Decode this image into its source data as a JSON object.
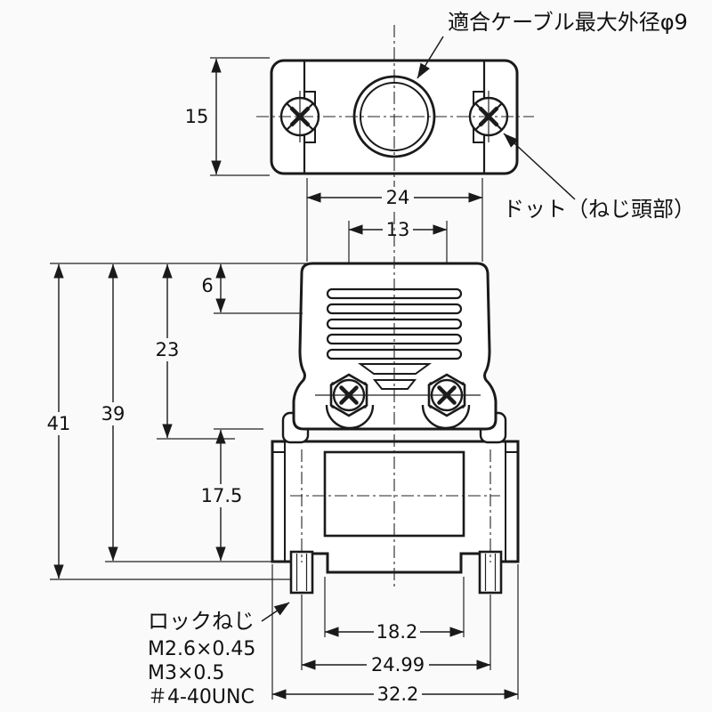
{
  "meta": {
    "background": "#fafafa",
    "ink": "#1a1a1a",
    "drawing_type": "connector-hood-dimensional-drawing"
  },
  "notes": {
    "cable": "適合ケーブル最大外径φ9",
    "dot": "ドット（ねじ頭部）",
    "lock_title": "ロックねじ",
    "lock_threads": [
      "M2.6×0.45",
      "M3×0.5",
      "＃4-40UNC"
    ]
  },
  "dimensions": {
    "top_view": {
      "height": "15",
      "screw_pitch": "24"
    },
    "front_view": {
      "screw_pitch": "13",
      "top_offset": "6",
      "hood_height": "23",
      "body_height": "39",
      "total_height": "41",
      "lower_height": "17.5",
      "opening_width": "18.2",
      "stud_pitch": "24.99",
      "overall_width": "32.2"
    }
  }
}
